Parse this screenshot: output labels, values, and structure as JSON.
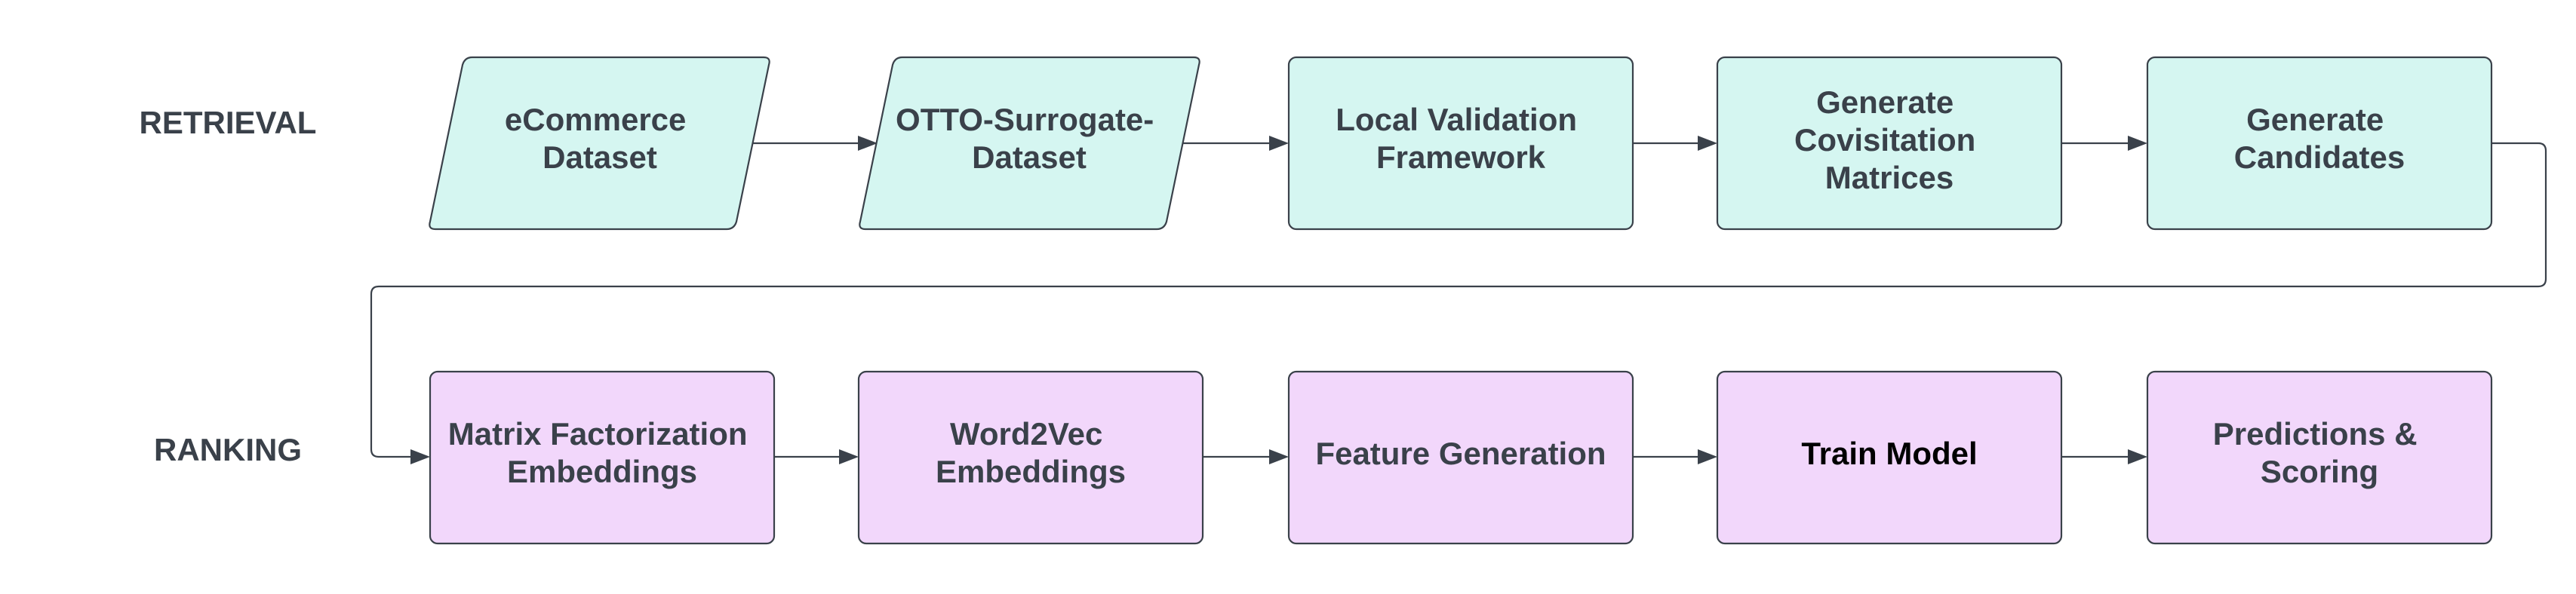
{
  "lanes": {
    "retrieval": "RETRIEVAL",
    "ranking": "RANKING"
  },
  "colors": {
    "retrieval_fill": "#d5f6f1",
    "ranking_fill": "#f2d7fb",
    "stroke": "#3a414a",
    "text": "#3a414a"
  },
  "retrieval_steps": [
    {
      "shape": "parallelogram",
      "lines": [
        "eCommerce",
        "Dataset"
      ]
    },
    {
      "shape": "parallelogram",
      "lines": [
        "OTTO-Surrogate-",
        "Dataset"
      ]
    },
    {
      "shape": "rectangle",
      "lines": [
        "Local Validation",
        "Framework"
      ]
    },
    {
      "shape": "rectangle",
      "lines": [
        "Generate",
        "Covisitation",
        "Matrices"
      ]
    },
    {
      "shape": "rectangle",
      "lines": [
        "Generate",
        "Candidates"
      ]
    }
  ],
  "ranking_steps": [
    {
      "shape": "rectangle",
      "lines": [
        "Matrix Factorization",
        "Embeddings"
      ]
    },
    {
      "shape": "rectangle",
      "lines": [
        "Word2Vec",
        "Embeddings"
      ]
    },
    {
      "shape": "rectangle",
      "lines": [
        "Feature Generation"
      ]
    },
    {
      "shape": "rectangle",
      "lines": [
        "Train Model"
      ],
      "text_color": "#000000"
    },
    {
      "shape": "rectangle",
      "lines": [
        "Predictions &",
        "Scoring"
      ]
    }
  ]
}
